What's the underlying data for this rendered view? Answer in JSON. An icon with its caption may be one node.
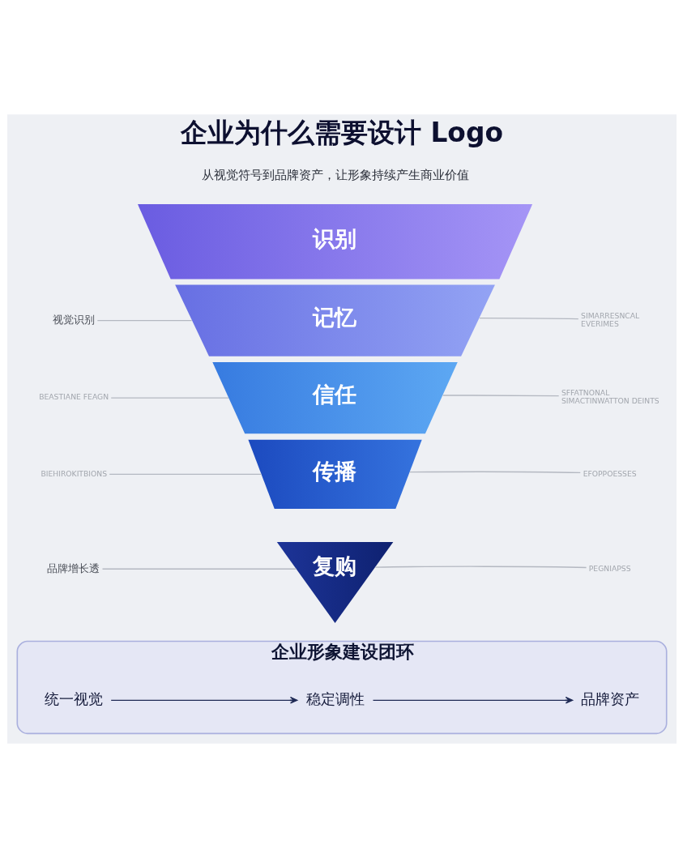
{
  "diagram": {
    "title": "企业为什么需要设计 Logo",
    "nodes": [
      {
        "text": [
          "识别"
        ]
      },
      {
        "text": [
          "视觉识别"
        ]
      },
      {
        "text": [
          "记忆"
        ]
      },
      {
        "text": [
          "SIMARRESNCAL EVERIMES"
        ]
      },
      {
        "text": [
          "BEASTIANE FEAGN"
        ]
      },
      {
        "text": [
          "信任"
        ]
      },
      {
        "text": [
          "SFFATNONAL SIMACTINWATTON DEINTS"
        ]
      },
      {
        "text": [
          "BIEHIROKITBIONS"
        ]
      },
      {
        "text": [
          "传播"
        ]
      },
      {
        "text": [
          "EFOPPOESSES"
        ]
      },
      {
        "text": [
          "品牌增长透"
        ]
      },
      {
        "text": [
          "复购"
        ]
      },
      {
        "text": [
          "PEGNIAPSS"
        ]
      },
      {
        "text": [
          "企业形象建设团环"
        ]
      },
      {
        "text": [
          "统一视觉"
        ],
        "in": 13
      },
      {
        "text": [
          "稳定调性"
        ],
        "in": 13
      },
      {
        "text": [
          "品牌资产"
        ],
        "in": 13
      }
    ],
    "edges": [
      {
        "from": 1,
        "to": 2,
        "arrow": "none"
      },
      {
        "from": 3,
        "to": 2,
        "arrow": "none"
      },
      {
        "from": 4,
        "to": 5,
        "arrow": "none"
      },
      {
        "from": 6,
        "to": 5,
        "arrow": "none"
      },
      {
        "from": 7,
        "to": 8,
        "arrow": "none"
      },
      {
        "from": 9,
        "to": 8,
        "arrow": "none"
      },
      {
        "from": 10,
        "to": 11,
        "arrow": "none"
      },
      {
        "from": 12,
        "to": 11,
        "arrow": "none"
      },
      {
        "from": 14,
        "to": 15,
        "arrow": "to",
        "color": "#1f2a55"
      },
      {
        "from": 15,
        "to": 16,
        "arrow": "to",
        "color": "#1f2a55"
      }
    ],
    "labels": [
      "从视觉符号到品牌资产，让形象持续产生商业价值"
    ]
  }
}
